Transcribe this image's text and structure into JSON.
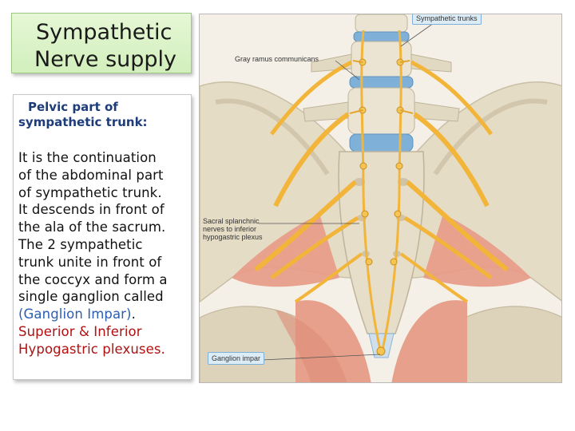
{
  "slide": {
    "title_line1": "Sympathetic",
    "title_line2": "Nerve supply",
    "subheading_line1": "Pelvic part of",
    "subheading_line2": "sympathetic trunk:",
    "body_lines": [
      "It is the continuation",
      "of the abdominal part",
      "of sympathetic trunk.",
      "It descends in front of",
      "the ala  of the sacrum.",
      "The 2 sympathetic",
      "trunk unite in front of",
      "the coccyx and form a",
      "single ganglion called"
    ],
    "ganglion_text": "(Ganglion Impar)",
    "ganglion_after": ".",
    "plexus_line1": "Superior & Inferior",
    "plexus_line2": "Hypogastric plexuses."
  },
  "figure": {
    "labels": {
      "sympathetic_trunks": "Sympathetic trunks",
      "gray_ramus": "Gray ramus communicans",
      "sacral_line1": "Sacral splanchnic",
      "sacral_line2": "nerves to inferior",
      "sacral_line3": "hypogastric plexus",
      "ganglion_impar": "Ganglion impar"
    },
    "colors": {
      "bone": "#e8e0cc",
      "disc": "#7fb0d8",
      "nerve": "#f2b53a",
      "muscle": "#e79a86"
    }
  }
}
